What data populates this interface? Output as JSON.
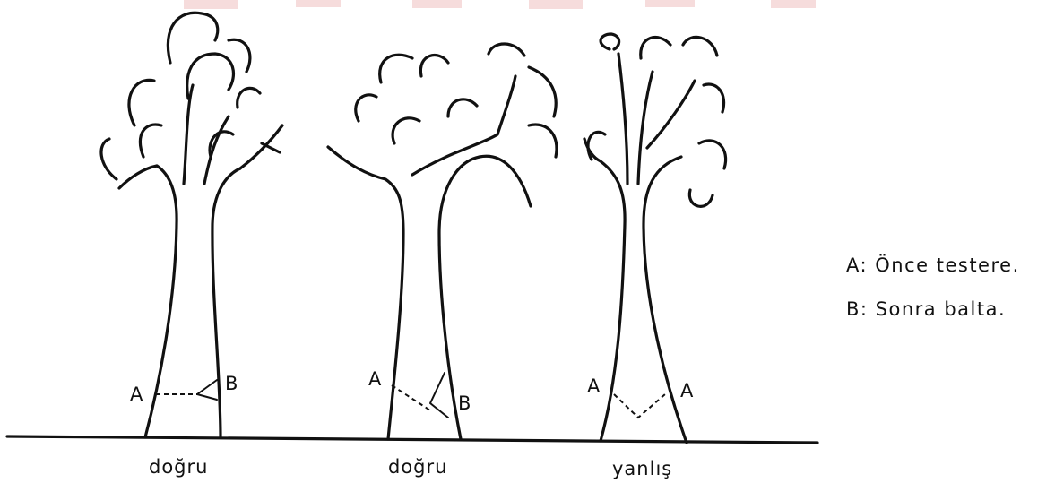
{
  "trees": [
    {
      "caption": "doğru",
      "label_left": "A",
      "label_right": "B"
    },
    {
      "caption": "doğru",
      "label_left": "A",
      "label_right": "B"
    },
    {
      "caption": "yanlış",
      "label_left": "A",
      "label_right": "A"
    }
  ],
  "legend": {
    "a": "A: Önce testere.",
    "b": "B: Sonra balta."
  },
  "colors": {
    "ink": "#111111",
    "watermark": "#f6dcdc"
  }
}
